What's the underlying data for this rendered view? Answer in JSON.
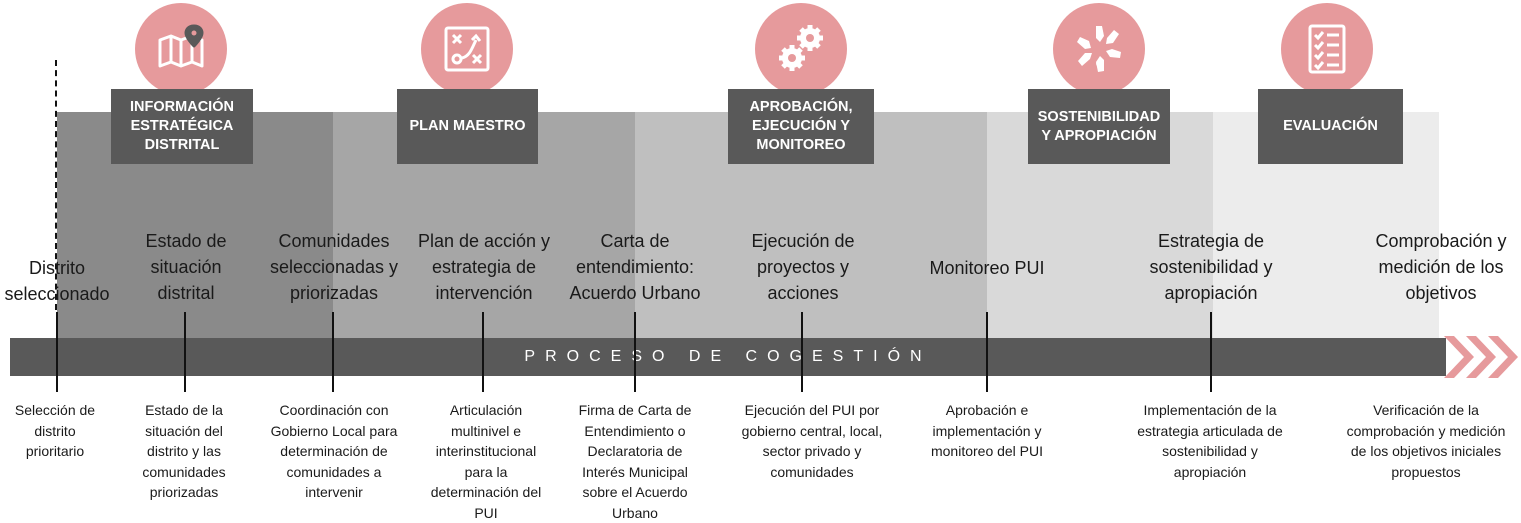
{
  "phases": [
    {
      "title": "INFORMACIÓN ESTRATÉGICA DISTRITAL",
      "icon": "map-pin-icon"
    },
    {
      "title": "PLAN MAESTRO",
      "icon": "strategy-board-icon"
    },
    {
      "title": "APROBACIÓN, EJECUCIÓN Y MONITOREO",
      "icon": "gears-icon"
    },
    {
      "title": "SOSTENIBILIDAD Y APROPIACIÓN",
      "icon": "joined-hands-icon"
    },
    {
      "title": "EVALUACIÓN",
      "icon": "checklist-icon"
    }
  ],
  "steps": [
    {
      "label": "Distrito seleccionado",
      "desc": "Selección de distrito prioritario"
    },
    {
      "label": "Estado de situación distrital",
      "desc": "Estado de la situación del distrito y las comunidades priorizadas"
    },
    {
      "label": "Comunidades seleccionadas y priorizadas",
      "desc": "Coordinación con Gobierno Local para determinación de comunidades a intervenir"
    },
    {
      "label": "Plan de acción y estrategia de intervención",
      "desc": "Articulación multinivel e interinstitucional para la determinación del PUI"
    },
    {
      "label": "Carta de entendimiento: Acuerdo Urbano",
      "desc": "Firma de Carta de Entendimiento o Declaratoria de Interés Municipal sobre el Acuerdo Urbano"
    },
    {
      "label": "Ejecución de proyectos y acciones",
      "desc": "Ejecución del PUI por gobierno central, local, sector privado y comunidades"
    },
    {
      "label": "Monitoreo PUI",
      "desc": "Aprobación e implementación y monitoreo del PUI"
    },
    {
      "label": "Estrategia de sostenibilidad y apropiación",
      "desc": "Implementación de la estrategia articulada de sostenibilidad y apropiación"
    },
    {
      "label": "Comprobación y medición de los objetivos",
      "desc": "Verificación de la comprobación y medición de los objetivos iniciales propuestos"
    }
  ],
  "process_label": "PROCESO DE COGESTIÓN",
  "colors": {
    "accent": "#e69a9c",
    "dark": "#595959"
  }
}
